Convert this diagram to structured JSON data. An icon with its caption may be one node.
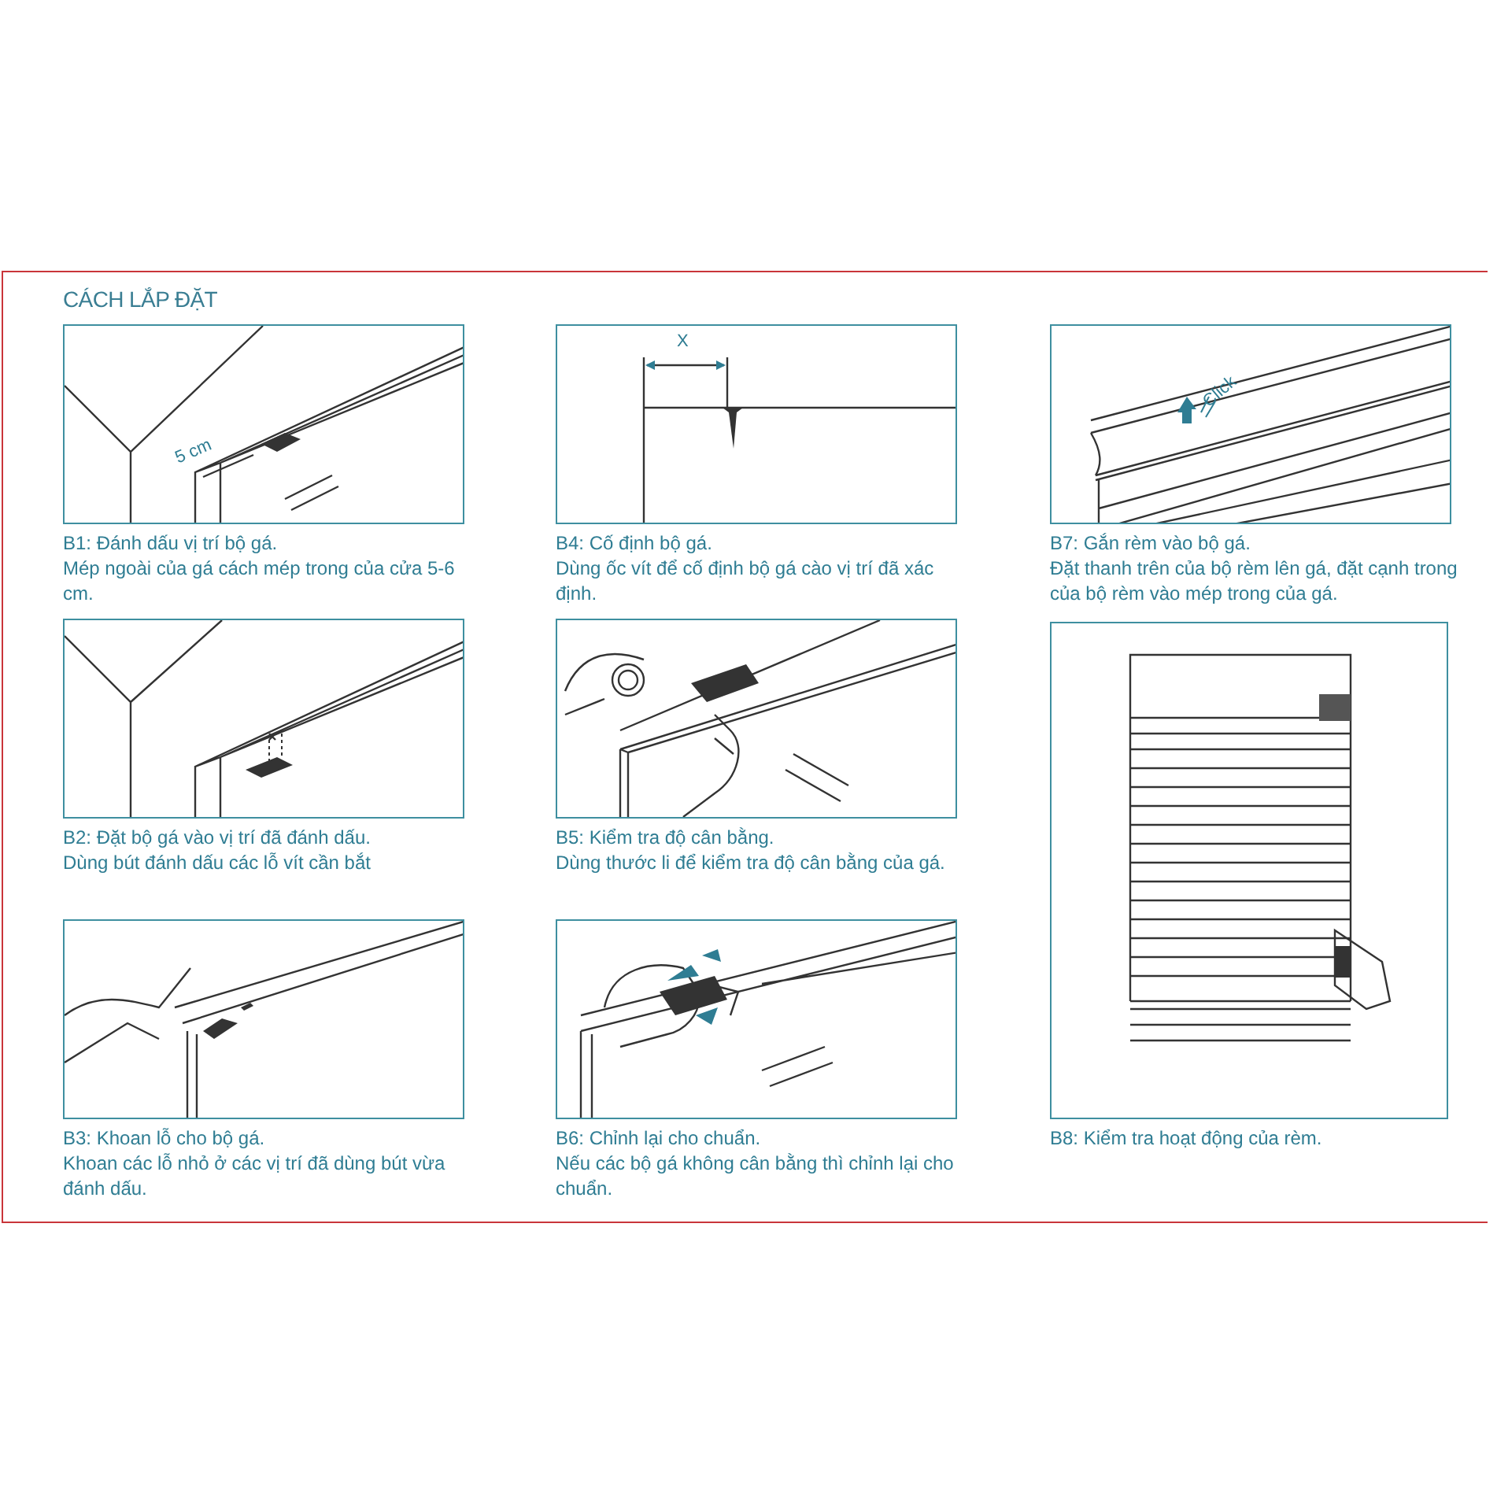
{
  "diagram": {
    "title": "CÁCH LẮP ĐẶT",
    "nodes": [
      {
        "text": [
          "B1: Đánh dấu vị trí bộ gá.",
          "Mép ngoài của gá cách mép trong của cửa 5-6 cm."
        ]
      },
      {
        "text": [
          "B4: Cố định bộ gá.",
          "Dùng ốc vít để cố định bộ gá cào vị trí đã xác định."
        ]
      },
      {
        "text": [
          "B7: Gắn rèm vào bộ gá.",
          "Đặt thanh trên của bộ rèm lên gá, đặt cạnh trong của bộ rèm vào mép trong của gá."
        ]
      },
      {
        "text": [
          "B2: Đặt bộ gá vào vị trí đã đánh dấu.",
          "Dùng bút đánh dấu các lỗ vít cần bắt"
        ]
      },
      {
        "text": [
          "B5: Kiểm tra độ cân bằng.",
          "Dùng thước li để kiểm tra độ cân bằng của gá."
        ]
      },
      {
        "text": [
          "B3: Khoan lỗ cho bộ gá.",
          "Khoan các lỗ nhỏ ở các vị trí đã dùng bút vừa đánh dấu."
        ]
      },
      {
        "text": [
          "B6: Chỉnh lại cho chuẩn.",
          "Nếu các bộ gá không cân bằng thì chỉnh lại cho chuẩn."
        ]
      },
      {
        "text": [
          "B8: Kiểm tra hoạt động của rèm."
        ]
      }
    ],
    "labels": [
      "5 cm",
      "X",
      "Click"
    ]
  }
}
